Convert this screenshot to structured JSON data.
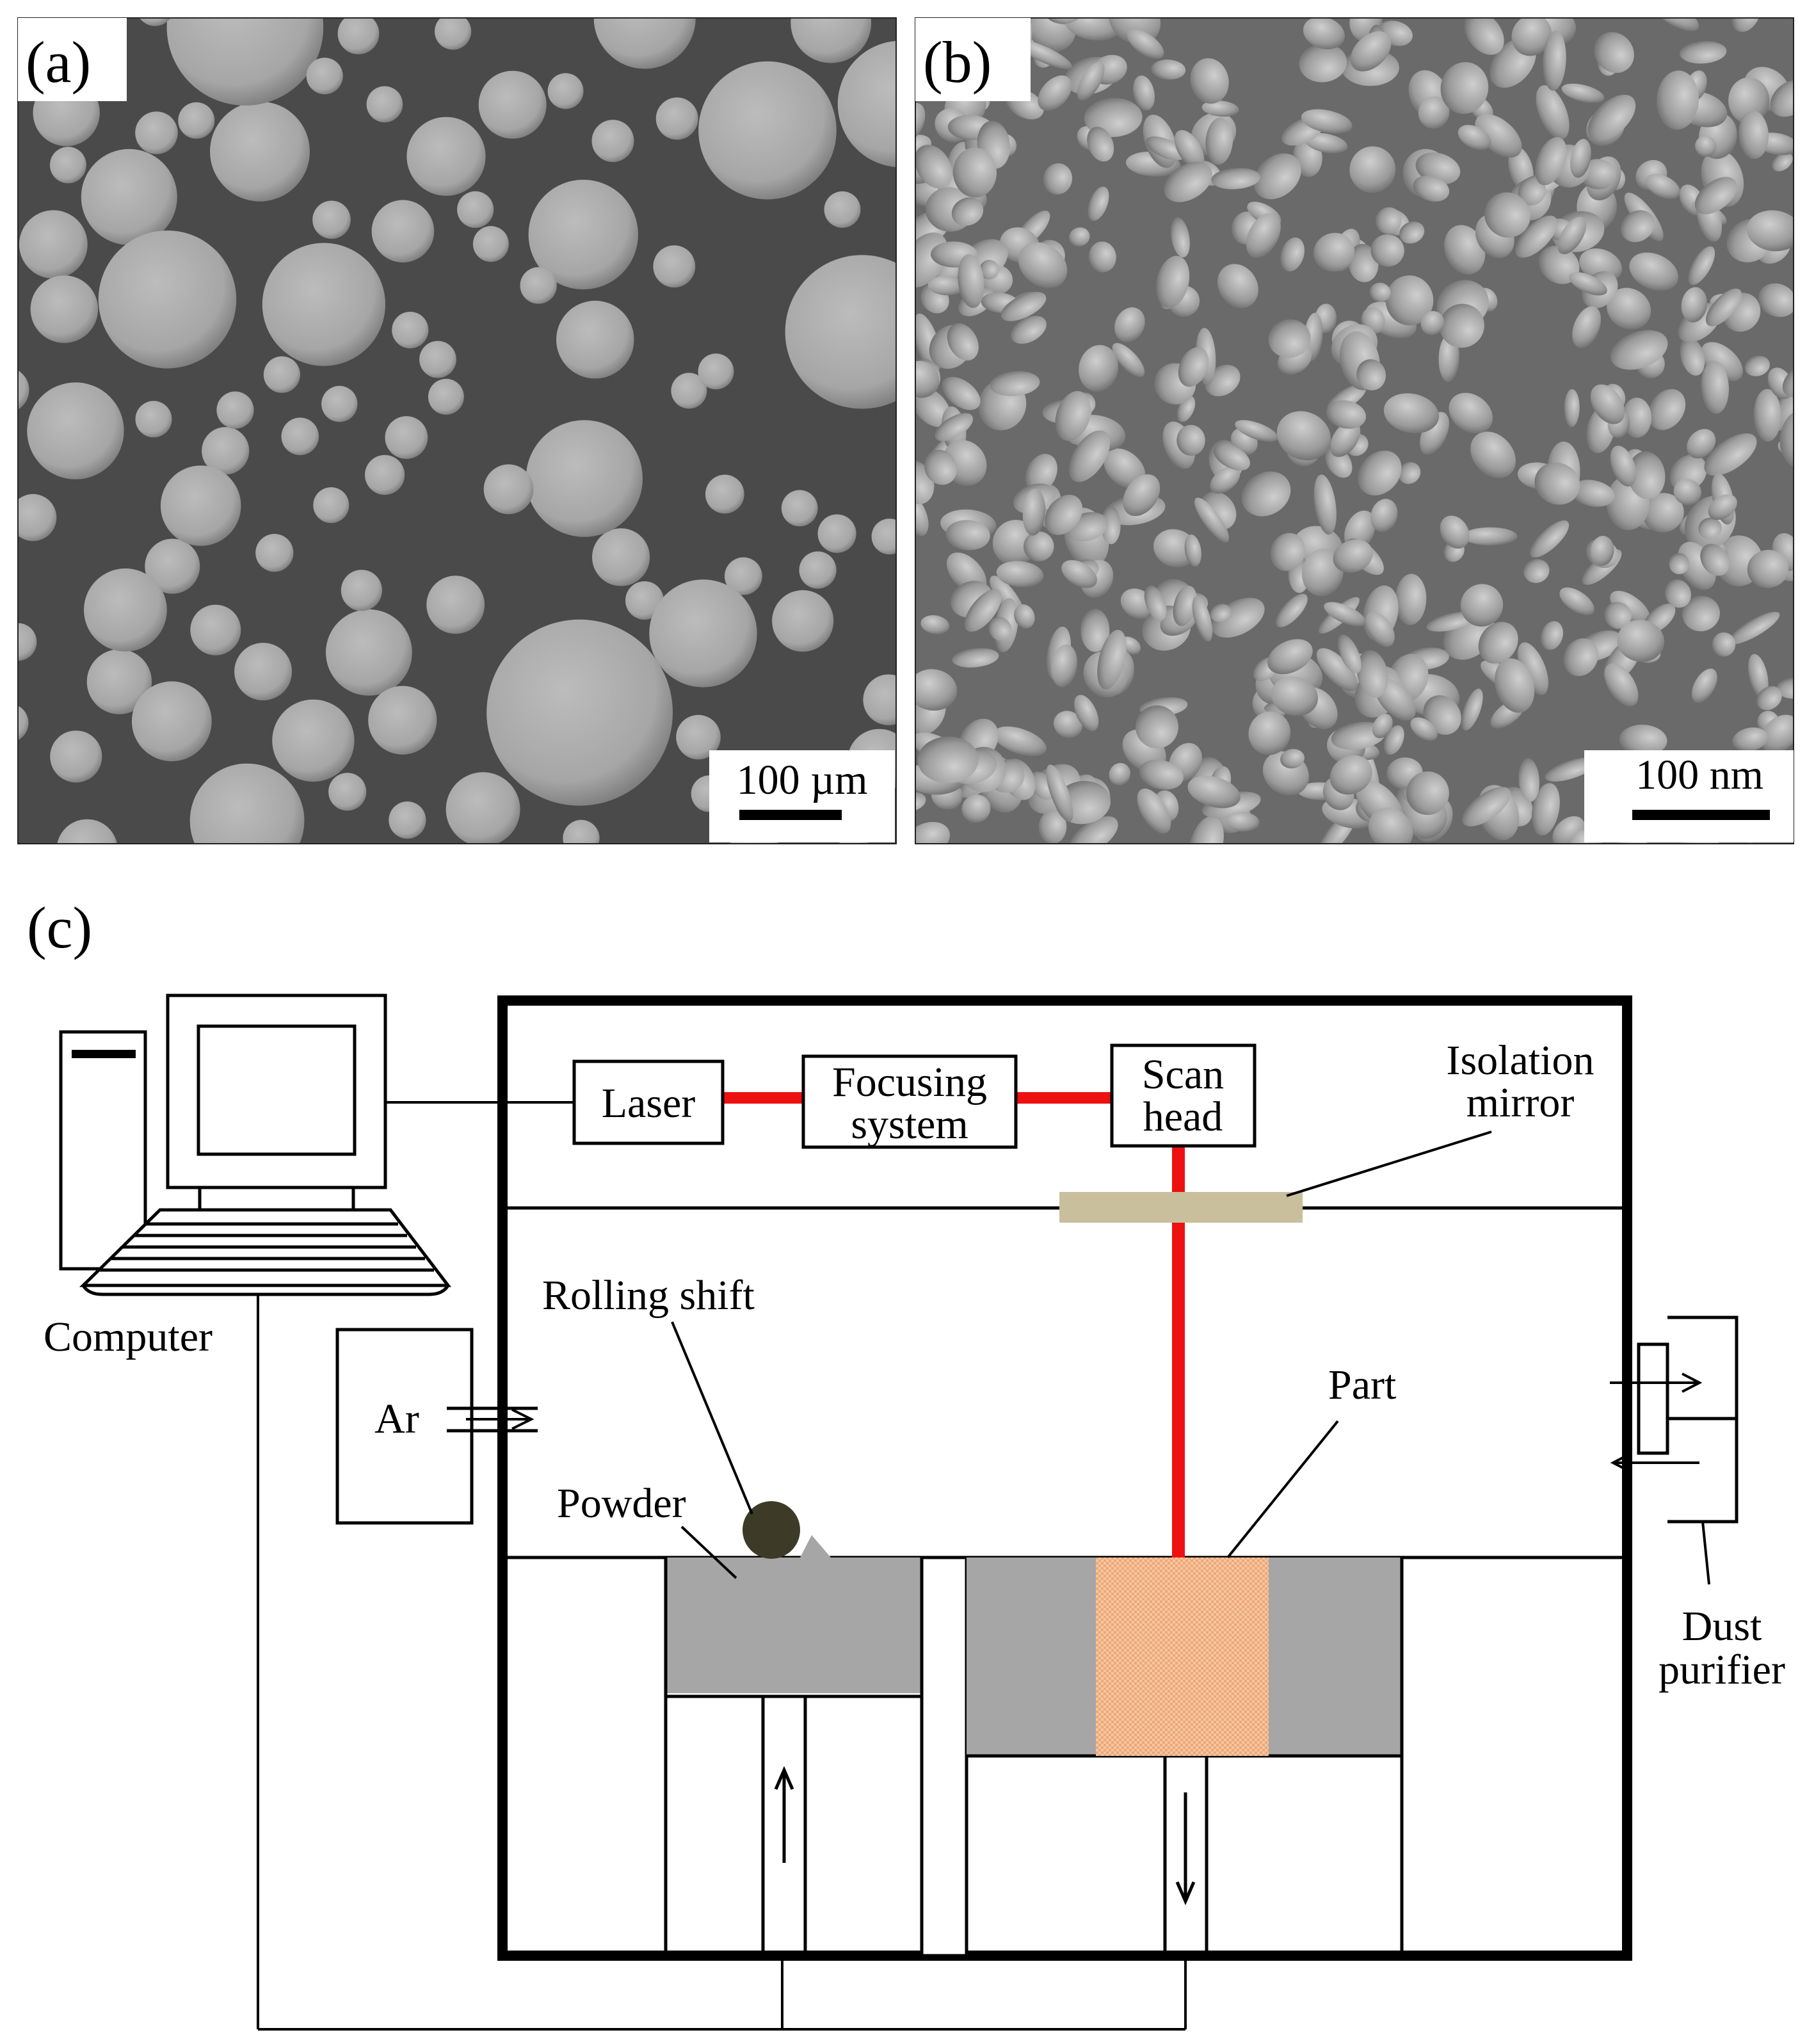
{
  "panels": {
    "a": {
      "label": "(a)",
      "scale_bar": "100 µm"
    },
    "b": {
      "label": "(b)",
      "scale_bar": "100 nm"
    },
    "c": {
      "label": "(c)"
    }
  },
  "diagram": {
    "laser": "Laser",
    "focusing_line1": "Focusing",
    "focusing_line2": "system",
    "scan_line1": "Scan",
    "scan_line2": "head",
    "isolation_line1": "Isolation",
    "isolation_line2": "mirror",
    "computer": "Computer",
    "argon": "Ar",
    "rolling_shift": "Rolling shift",
    "powder": "Powder",
    "part": "Part",
    "dust_line1": "Dust",
    "dust_line2": "purifier"
  },
  "colors": {
    "laser_beam": "#ee1111",
    "isolation_mirror": "#c9bf9d",
    "powder_bed": "#a6a6a6",
    "part_fill": "#f2b88e",
    "roller": "#3d3a27",
    "sem_background": "#4a4a4a",
    "sem_particle": "#a9a9a9"
  }
}
